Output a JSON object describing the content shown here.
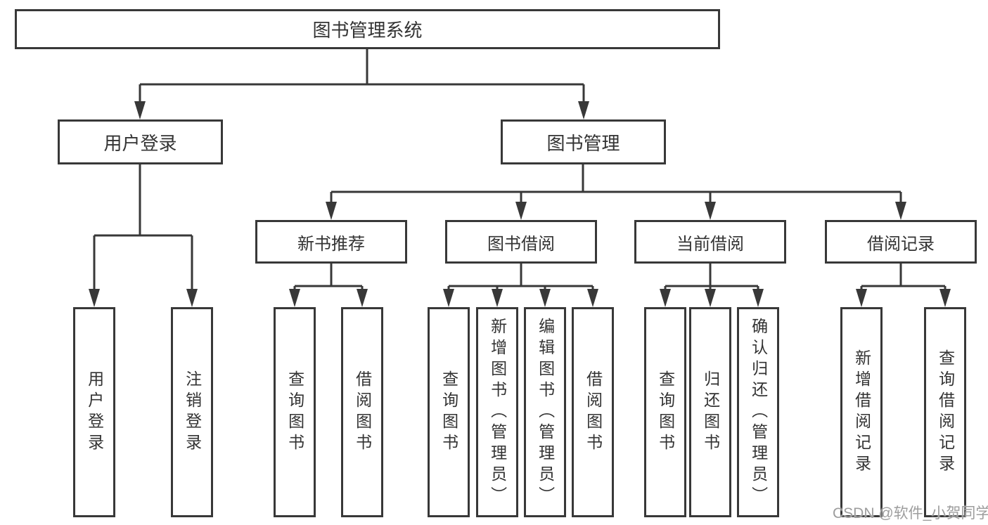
{
  "tree": {
    "root": {
      "label": "图书管理系统"
    },
    "branches": [
      {
        "label": "用户登录",
        "children": [
          {
            "label": "用户登录"
          },
          {
            "label": "注销登录"
          }
        ]
      },
      {
        "label": "图书管理",
        "children": [
          {
            "label": "新书推荐",
            "children": [
              {
                "label": "查询图书"
              },
              {
                "label": "借阅图书"
              }
            ]
          },
          {
            "label": "图书借阅",
            "children": [
              {
                "label": "查询图书"
              },
              {
                "label": "新增图书（管理员）"
              },
              {
                "label": "编辑图书（管理员）"
              },
              {
                "label": "借阅图书"
              }
            ]
          },
          {
            "label": "当前借阅",
            "children": [
              {
                "label": "查询图书"
              },
              {
                "label": "归还图书"
              },
              {
                "label": "确认归还（管理员）"
              }
            ]
          },
          {
            "label": "借阅记录",
            "children": [
              {
                "label": "新增借阅记录"
              },
              {
                "label": "查询借阅记录"
              }
            ]
          }
        ]
      }
    ]
  },
  "watermark": {
    "text": "CSDN @软件_小贺同学",
    "color": "#9d9d9d"
  },
  "colors": {
    "line": "#383838",
    "text": "#333333",
    "background": "#ffffff"
  }
}
